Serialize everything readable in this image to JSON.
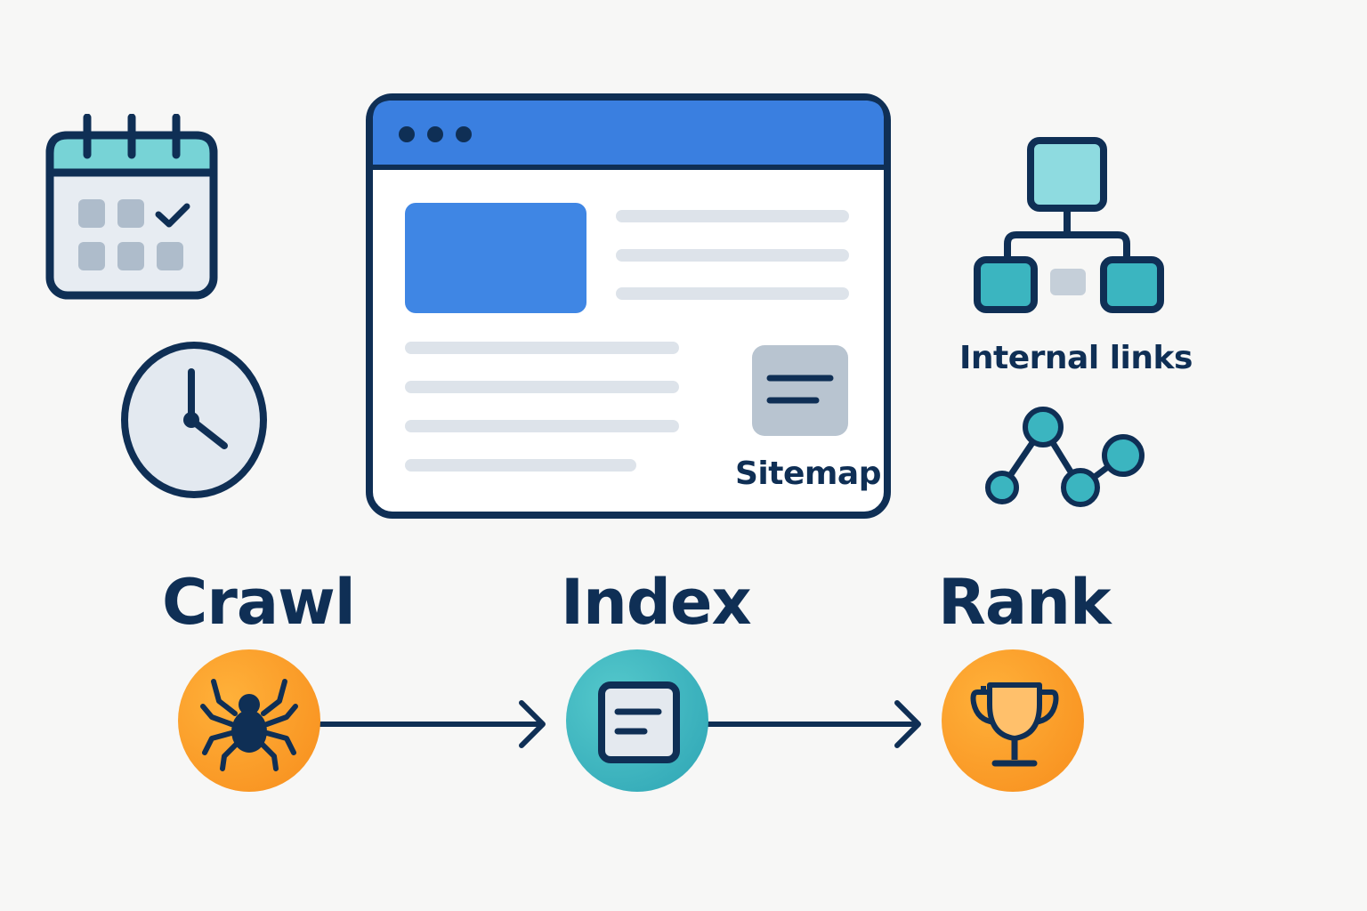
{
  "labels": {
    "sitemap": "Sitemap",
    "internal_links": "Internal links"
  },
  "stages": {
    "crawl": "Crawl",
    "index": "Index",
    "rank": "Rank"
  },
  "icons": {
    "calendar": "calendar-icon",
    "clock": "clock-icon",
    "browser": "browser-window-icon",
    "sitemap": "sitemap-icon",
    "hierarchy": "hierarchy-icon",
    "network": "network-graph-icon",
    "spider": "spider-icon",
    "document": "document-icon",
    "trophy": "trophy-icon"
  },
  "colors": {
    "navy": "#0f2f55",
    "blue": "#3a7fe0",
    "teal": "#3bb5c0",
    "light_teal": "#8ed8dc",
    "orange": "#f7951e",
    "gray": "#c9d2dc"
  }
}
